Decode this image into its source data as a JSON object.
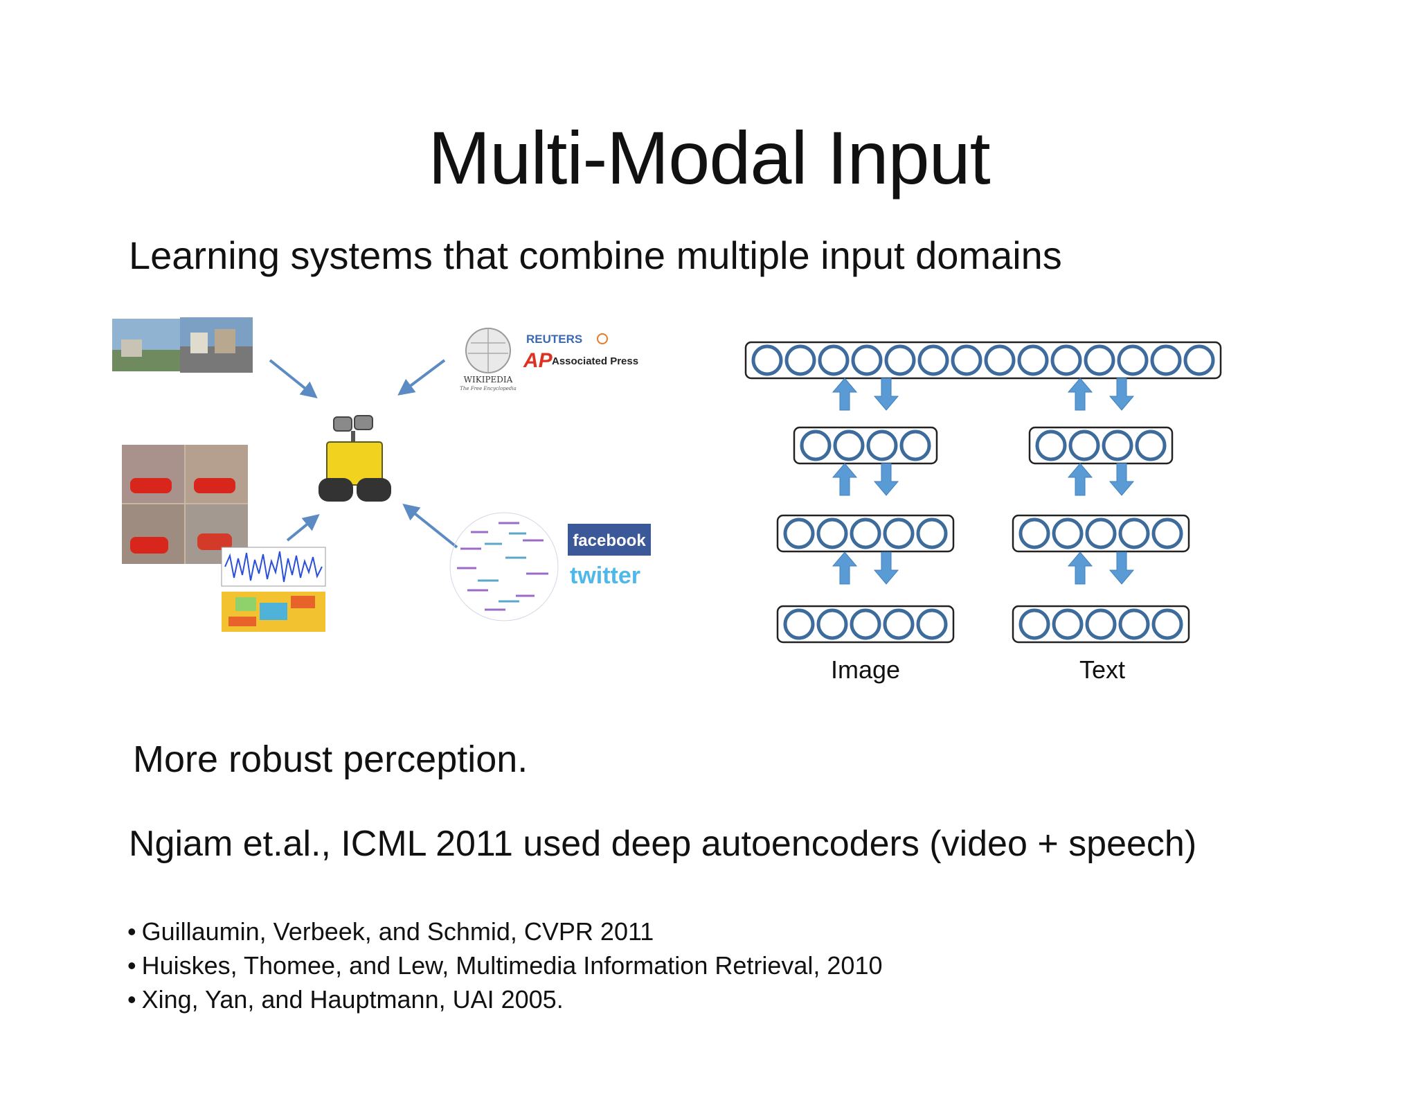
{
  "slide": {
    "title": "Multi-Modal Input",
    "subtitle": "Learning systems that combine multiple input domains",
    "robust": "More robust perception.",
    "ngiam": "Ngiam et.al., ICML 2011 used deep autoencoders (video + speech)",
    "references": [
      "Guillaumin, Verbeek, and Schmid, CVPR 2011",
      "Huiskes, Thomee, and Lew, Multimedia Information Retrieval, 2010",
      "Xing, Yan, and Hauptmann, UAI 2005."
    ]
  },
  "collage": {
    "logos": {
      "reuters": "REUTERS",
      "ap_mark": "AP",
      "ap_name": "Associated Press",
      "wikipedia": "WIKIPEDIA",
      "wikipedia_tagline": "The Free Encyclopedia",
      "facebook": "facebook",
      "twitter": "twitter"
    },
    "icons": [
      "street-photo-icon",
      "car-photos-icon",
      "audio-waveform-icon",
      "spectrogram-icon",
      "robot-icon",
      "wikipedia-globe-icon",
      "social-graph-icon"
    ]
  },
  "network": {
    "captions": {
      "image": "Image",
      "text": "Text"
    },
    "colors": {
      "node": "#3d6c9c",
      "arrow": "#5b9bd5"
    },
    "layers": {
      "shared": 14,
      "image_branch": [
        4,
        5,
        5
      ],
      "text_branch": [
        4,
        5,
        5
      ]
    }
  }
}
